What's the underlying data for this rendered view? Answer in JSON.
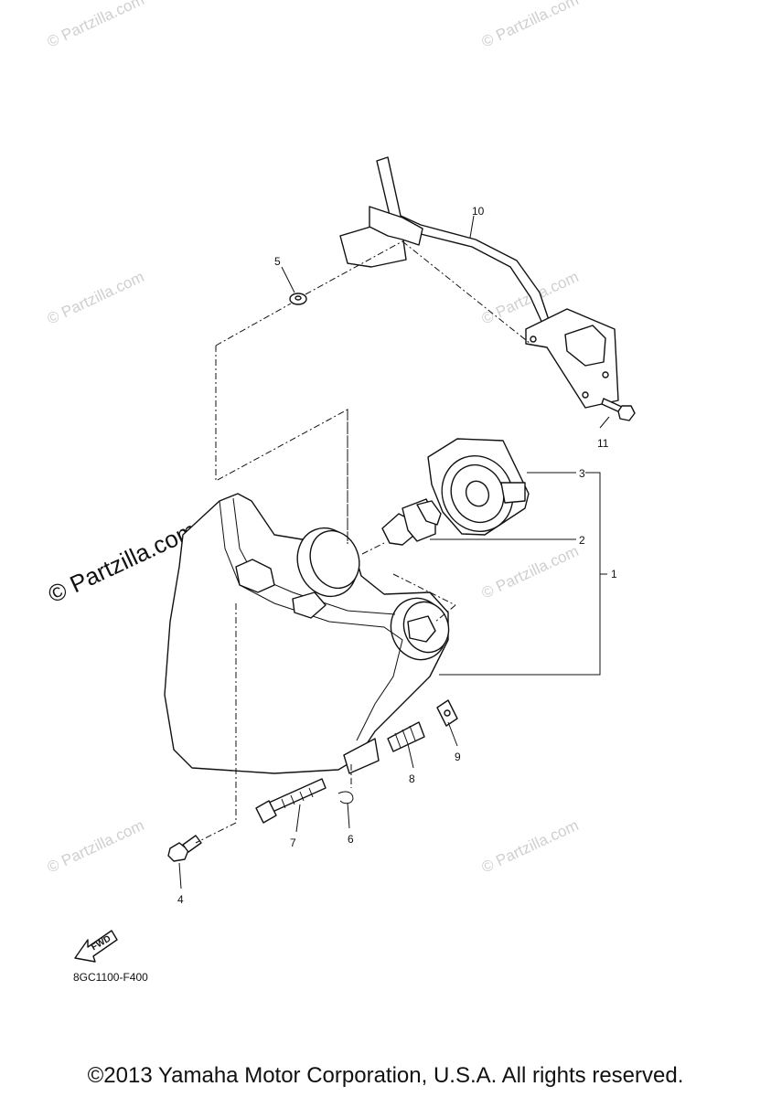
{
  "watermarks": {
    "partzilla_text": "© Partzilla.com",
    "partzilla_big": "© Partzilla.com"
  },
  "callouts": {
    "c1": "1",
    "c2": "2",
    "c3": "3",
    "c4": "4",
    "c5": "5",
    "c6": "6",
    "c7": "7",
    "c8": "8",
    "c9": "9",
    "c10": "10",
    "c11": "11"
  },
  "fwd_label": "FWD",
  "diagram_code": "8GC1100-F400",
  "copyright": "©2013 Yamaha Motor Corporation, U.S.A. All rights reserved."
}
